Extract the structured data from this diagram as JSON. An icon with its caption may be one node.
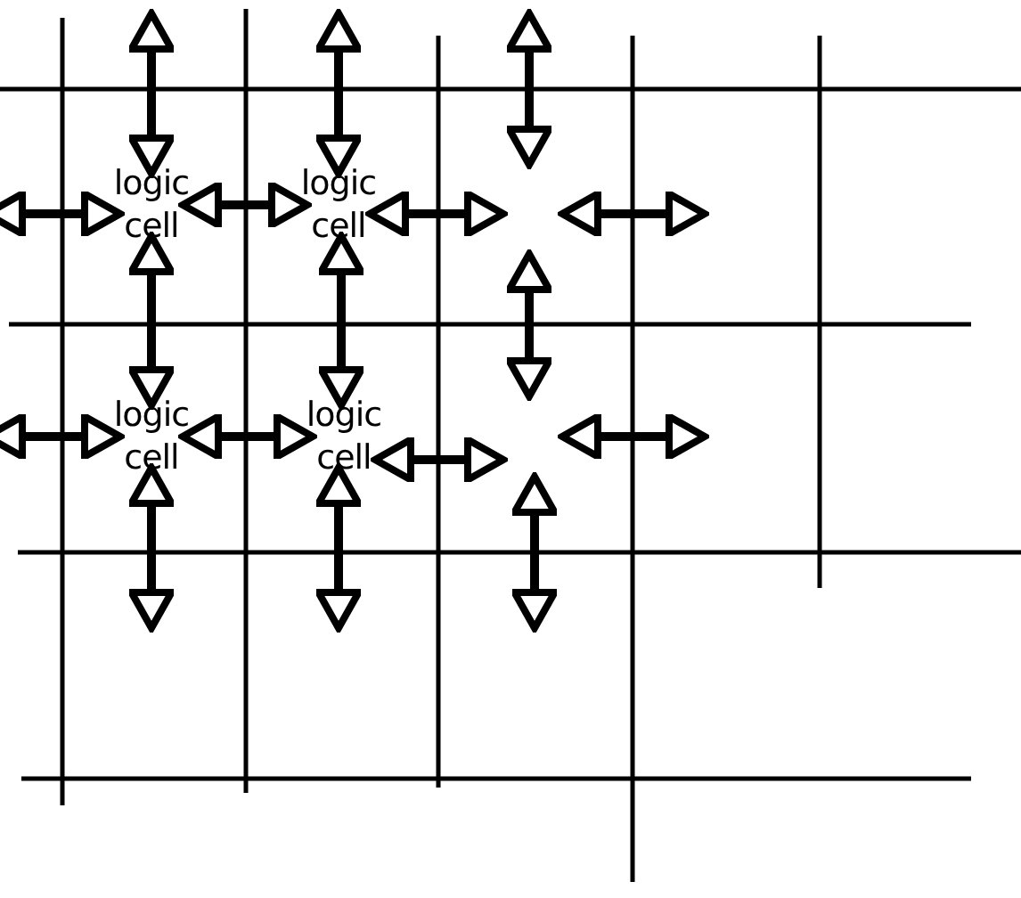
{
  "diagram": {
    "nodes": [
      {
        "text": [
          "logic cell"
        ]
      },
      {
        "text": [
          "logic cell"
        ]
      },
      {
        "text": [
          "logic cell"
        ]
      },
      {
        "text": [
          "logic cell"
        ]
      }
    ],
    "edges": [
      {
        "from": null,
        "to": 0,
        "arrow": "both"
      },
      {
        "from": null,
        "to": 1,
        "arrow": "both"
      },
      {
        "from": null,
        "to": 0,
        "arrow": "both"
      },
      {
        "from": 0,
        "to": 1,
        "arrow": "both"
      },
      {
        "from": 1,
        "to": null,
        "arrow": "both"
      },
      {
        "from": 0,
        "to": 2,
        "arrow": "both"
      },
      {
        "from": 1,
        "to": 3,
        "arrow": "both"
      },
      {
        "from": null,
        "to": 2,
        "arrow": "both"
      },
      {
        "from": 2,
        "to": 3,
        "arrow": "both"
      },
      {
        "from": 3,
        "to": null,
        "arrow": "both"
      },
      {
        "from": 2,
        "to": null,
        "arrow": "both"
      },
      {
        "from": 3,
        "to": null,
        "arrow": "both"
      }
    ]
  }
}
